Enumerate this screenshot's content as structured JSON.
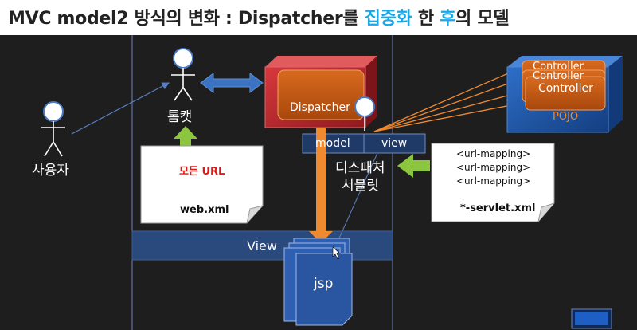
{
  "title": {
    "part1": "MVC model2 방식의 변화 : Dispatcher를 ",
    "hl1": "집중화",
    "part2": " 한 ",
    "hl2": "후",
    "part3": "의 모델"
  },
  "actors": {
    "user": "사용자",
    "tomcat": "톰캣"
  },
  "dispatcher": {
    "label": "Dispatcher",
    "model": "model",
    "view": "view",
    "servlet_line1": "디스패처",
    "servlet_line2": "서블릿"
  },
  "web_xml": {
    "content": "모든 URL",
    "file": "web.xml"
  },
  "servlet_xml": {
    "lines": [
      "<url-mapping>",
      "<url-mapping>",
      "<url-mapping>"
    ],
    "file": "*-servlet.xml"
  },
  "controllers": {
    "back1": "Controller",
    "back2": "Controller",
    "front": "Controller",
    "pojo": "POJO"
  },
  "view_band": "View",
  "jsp": "jsp",
  "colors": {
    "highlight": "#1aa7e6",
    "dispatcher_red": "#c0262d",
    "controller_orange": "#c75a12",
    "cube_blue": "#1e5aa8",
    "arrow_orange": "#f08a30",
    "arrow_green": "#8cc63f",
    "arrow_blue": "#3b73c2",
    "web_xml_red": "#e01818"
  }
}
